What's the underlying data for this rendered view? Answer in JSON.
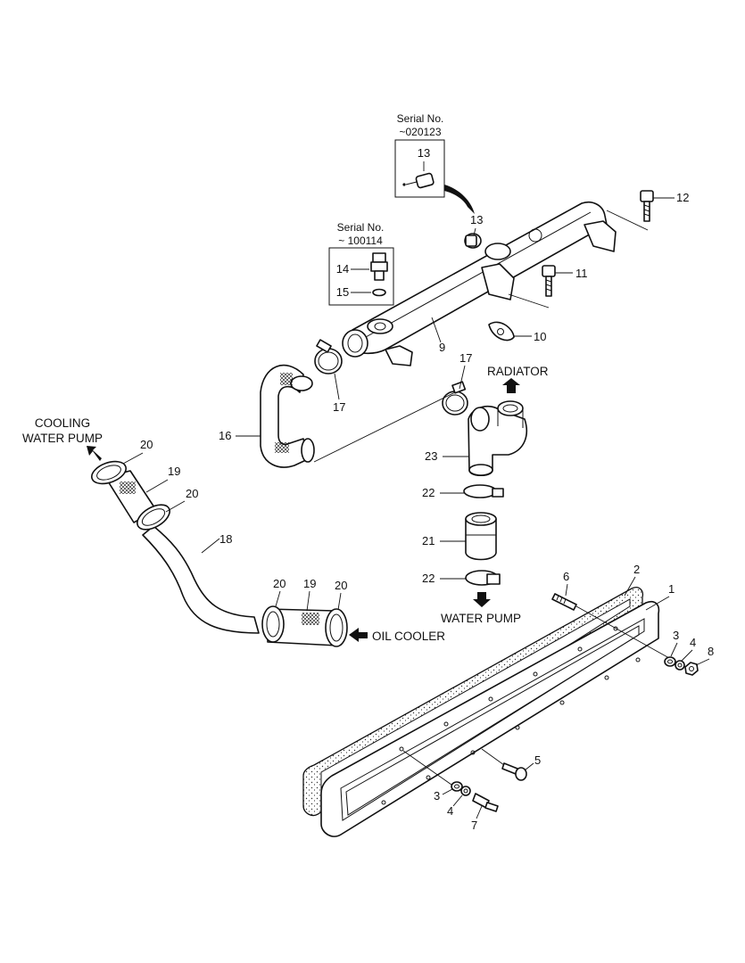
{
  "serial_boxes": [
    {
      "line1": "Serial No.",
      "line2": "~020123",
      "part": "13"
    },
    {
      "line1": "Serial No.",
      "line2": "~ 100114",
      "parts": [
        "14",
        "15"
      ]
    }
  ],
  "directions": {
    "cooling_pump": [
      "COOLING",
      "WATER PUMP"
    ],
    "radiator": "RADIATOR",
    "water_pump": "WATER PUMP",
    "oil_cooler": "OIL COOLER"
  },
  "callouts": {
    "c1": "1",
    "c2": "2",
    "c3a": "3",
    "c3b": "3",
    "c4a": "4",
    "c4b": "4",
    "c5": "5",
    "c6": "6",
    "c7": "7",
    "c8": "8",
    "c9": "9",
    "c10": "10",
    "c11": "11",
    "c12": "12",
    "c13": "13",
    "c16": "16",
    "c17a": "17",
    "c17b": "17",
    "c18": "18",
    "c19a": "19",
    "c19b": "19",
    "c20a": "20",
    "c20b": "20",
    "c20c": "20",
    "c20d": "20",
    "c21": "21",
    "c22a": "22",
    "c22b": "22",
    "c23": "23"
  }
}
